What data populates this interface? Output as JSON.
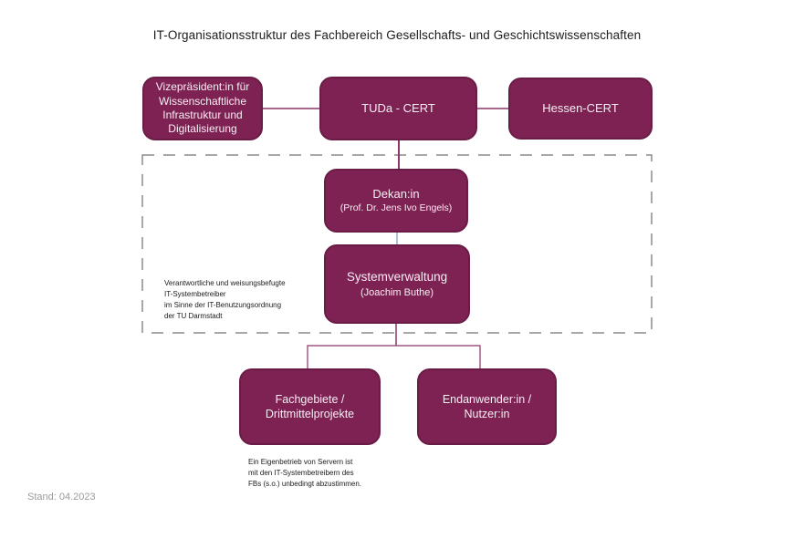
{
  "title": "IT-Organisationsstruktur des Fachbereich Gesellschafts- und Geschichtswissenschaften",
  "nodes": {
    "vizepraesident": {
      "label": "Vizepräsident:in für\nWissenschaftliche\nInfrastruktur und\nDigitalisierung"
    },
    "tuda_cert": {
      "label": "TUDa - CERT"
    },
    "hessen_cert": {
      "label": "Hessen-CERT"
    },
    "dekan": {
      "title": "Dekan:in",
      "person": "(Prof. Dr. Jens Ivo Engels)"
    },
    "systemverwaltung": {
      "title": "Systemverwaltung",
      "person": "(Joachim Buthe)"
    },
    "fachgebiete": {
      "label": "Fachgebiete /\nDrittmittelprojekte"
    },
    "endanwender": {
      "label": "Endanwender:in /\nNutzer:in"
    }
  },
  "annotations": {
    "dashed_box_note": "Verantwortliche und weisungsbefugte\nIT-Systembetreiber\nim Sinne der IT-Benutzungsordnung\nder TU Darmstadt",
    "server_note": "Ein Eigenbetrieb von Servern ist\nmit den IT-Systembetreibern des\nFBs (s.o.) unbedingt abzustimmen.",
    "stand": "Stand: 04.2023"
  },
  "colors": {
    "node_fill": "#7e2254",
    "node_border": "#691c45",
    "connector": "#8d3568",
    "connector_secondary": "#aec4d6",
    "dashed_border": "#8c8c8c",
    "title_text": "#1c1c1c",
    "muted_text": "#9b9b9b"
  }
}
